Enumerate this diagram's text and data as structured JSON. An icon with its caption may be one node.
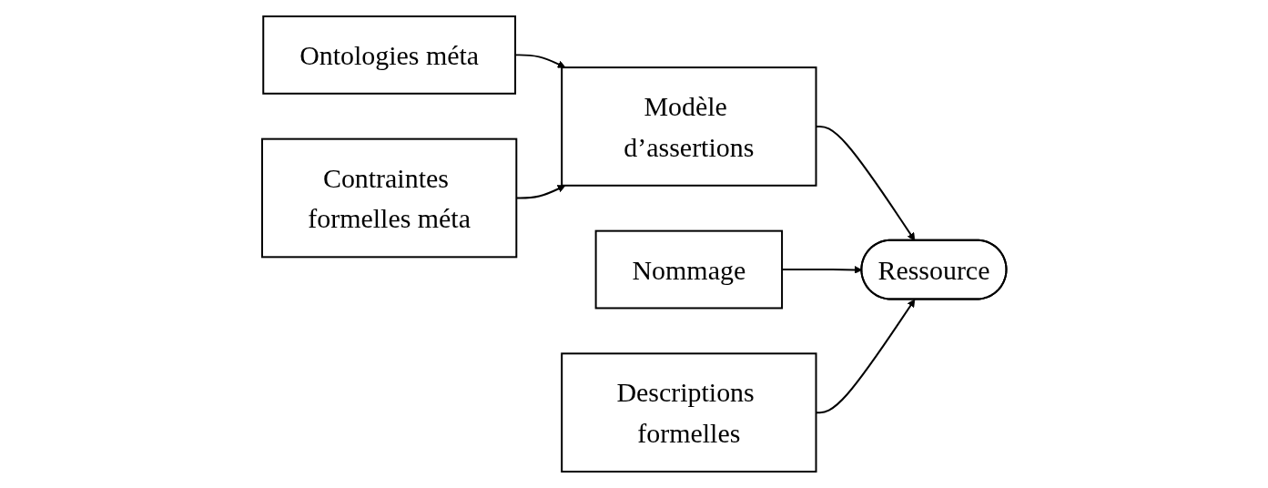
{
  "diagram": {
    "nodes": [
      {
        "text": [
          "Ontologies méta"
        ]
      },
      {
        "text": [
          "Modèle d’assertions"
        ]
      },
      {
        "text": [
          "Contraintes formelles méta"
        ]
      },
      {
        "text": [
          "Nommage"
        ]
      },
      {
        "text": [
          "Ressource"
        ]
      },
      {
        "text": [
          "Descriptions formelles"
        ]
      }
    ],
    "edges": [
      {
        "from": 0,
        "to": 1,
        "arrow": "to"
      },
      {
        "from": 2,
        "to": 1,
        "arrow": "to"
      },
      {
        "from": 1,
        "to": 4,
        "arrow": "to"
      },
      {
        "from": 3,
        "to": 4,
        "arrow": "to"
      },
      {
        "from": 5,
        "to": 4,
        "arrow": "to"
      }
    ]
  }
}
